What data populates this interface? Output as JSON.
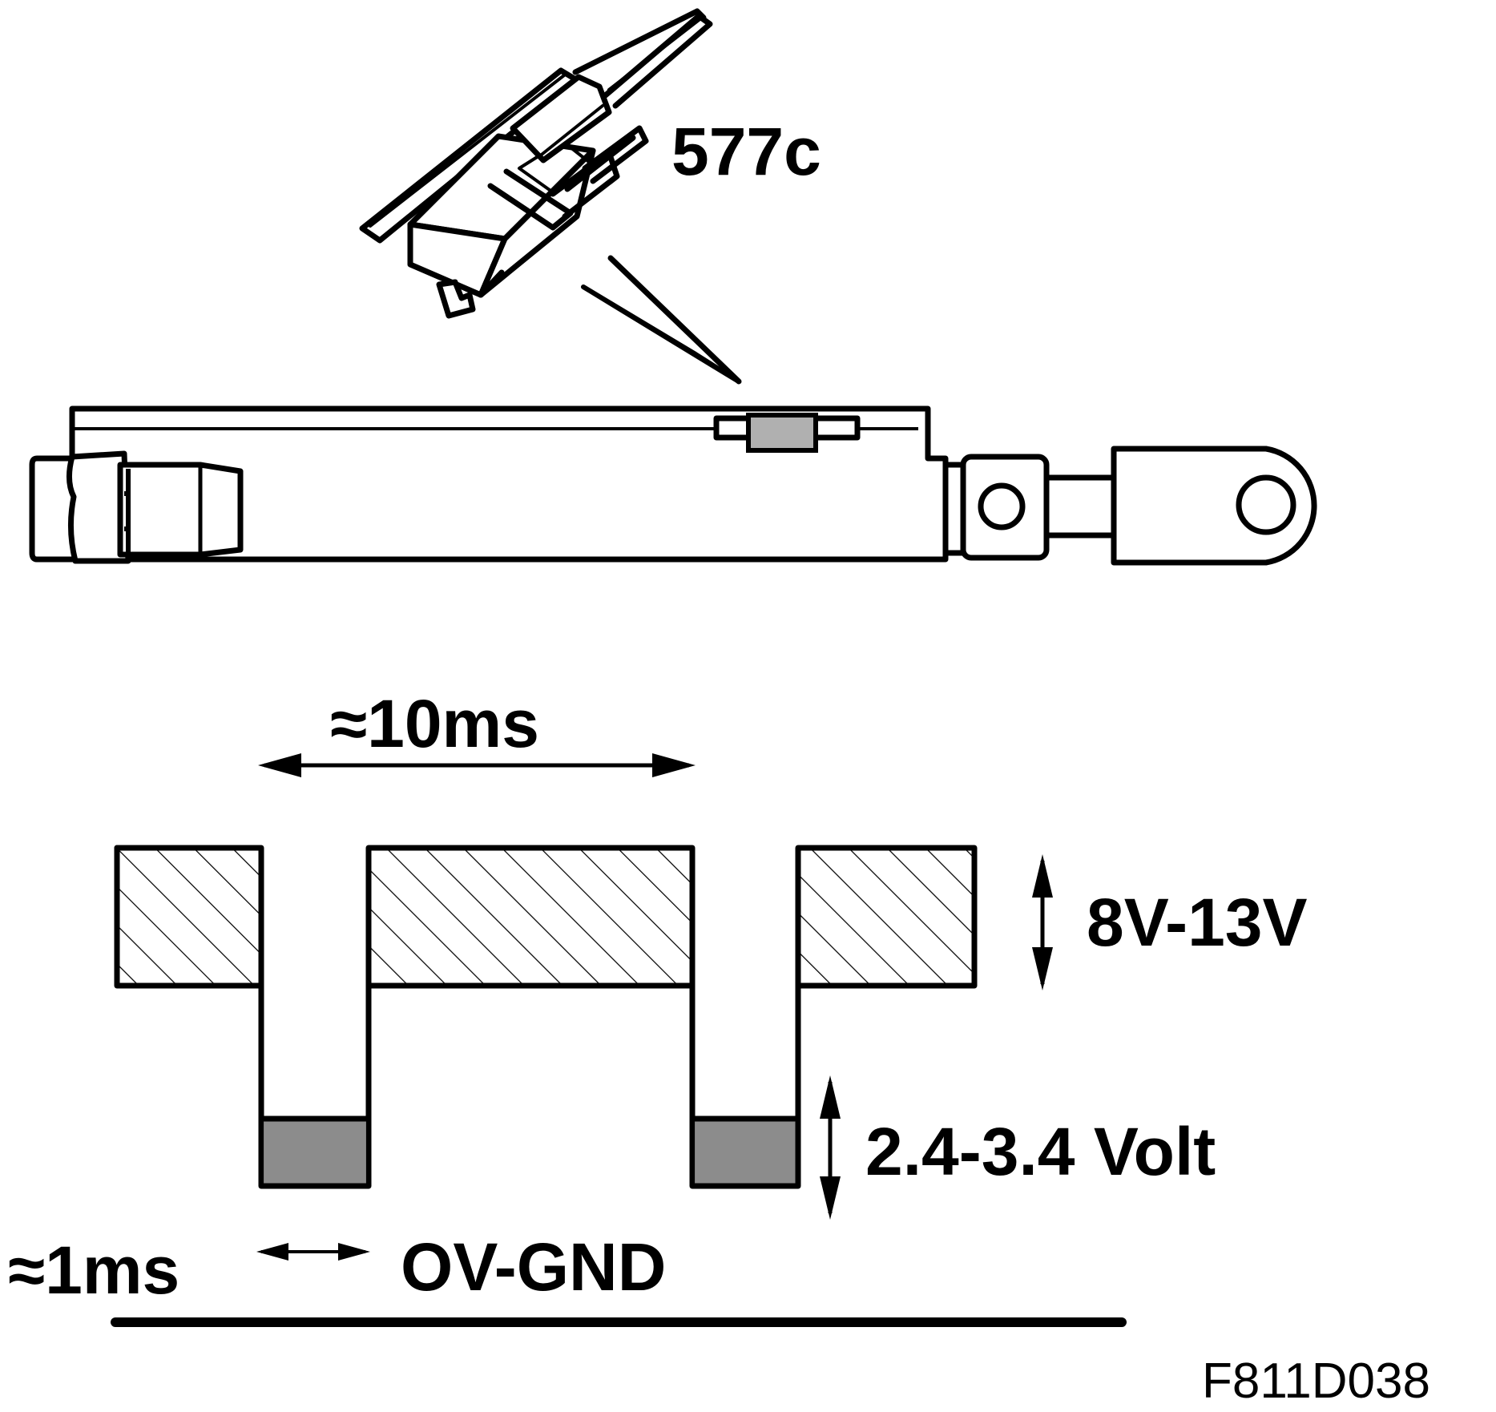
{
  "labels": {
    "part_number": "577c",
    "period": "≈10ms",
    "high_voltage": "8V-13V",
    "low_voltage": "2.4-3.4 Volt",
    "pulse_width": "≈1ms",
    "ground": "OV-GND",
    "figure_code": "F811D038"
  },
  "colors": {
    "ink": "#000000",
    "low_level_fill": "#8c8c8c",
    "sensor_fill": "#b0b0b0",
    "background": "#ffffff"
  }
}
